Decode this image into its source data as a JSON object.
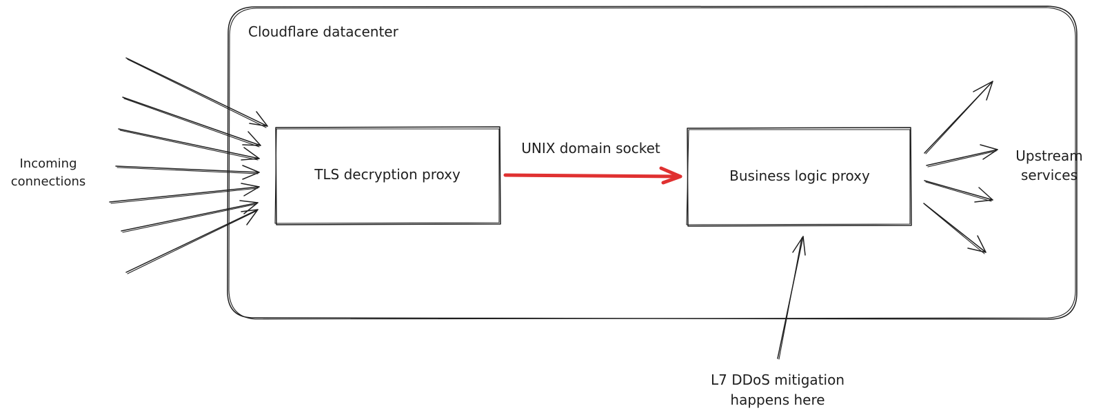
{
  "datacenter": {
    "label": "Cloudflare datacenter"
  },
  "incoming": {
    "line1": "Incoming",
    "line2": "connections"
  },
  "tls_proxy": {
    "label": "TLS decryption proxy"
  },
  "socket": {
    "label": "UNIX domain socket",
    "color": "#e03131"
  },
  "business_proxy": {
    "label": "Business logic proxy"
  },
  "upstream": {
    "line1": "Upstream",
    "line2": "services"
  },
  "ddos_note": {
    "line1": "L7 DDoS mitigation",
    "line2": "happens here"
  }
}
